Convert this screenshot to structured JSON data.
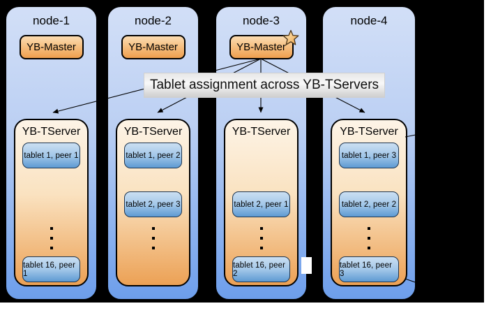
{
  "diagram": {
    "annotation": "Tablet assignment across YB-TServers",
    "colors": {
      "background": "#000000",
      "page_margin": "#ffffff",
      "node_gradient_top": "#d2dff7",
      "node_gradient_bottom": "#6d9eeb",
      "master_gradient_top": "#fbdcb2",
      "master_gradient_bottom": "#ef9f4e",
      "tserver_gradient_top": "#fdf4e7",
      "tserver_gradient_bottom": "#eca155",
      "tablet_gradient_top": "#cbdff2",
      "tablet_gradient_bottom": "#5e9ad3",
      "annotation_bg": "#e7e7e7",
      "leader_star": "#f3ab4e",
      "line": "#000000"
    },
    "nodes": [
      {
        "title": "node-1",
        "master": {
          "label": "YB-Master",
          "leader": false
        },
        "tserver": {
          "label": "YB-TServer",
          "tablets": [
            "tablet 1, peer 1",
            "tablet 16, peer 1"
          ]
        }
      },
      {
        "title": "node-2",
        "master": {
          "label": "YB-Master",
          "leader": false
        },
        "tserver": {
          "label": "YB-TServer",
          "tablets": [
            "tablet 1, peer 2",
            "tablet 2, peer 3"
          ]
        }
      },
      {
        "title": "node-3",
        "master": {
          "label": "YB-Master",
          "leader": true,
          "leader_icon": "star-icon"
        },
        "tserver": {
          "label": "YB-TServer",
          "tablets": [
            "tablet 2, peer 1",
            "tablet 16, peer 2"
          ]
        }
      },
      {
        "title": "node-4",
        "master": null,
        "tserver": {
          "label": "YB-TServer",
          "tablets": [
            "tablet 1, peer 3",
            "tablet 2, peer 2",
            "tablet 16, peer 3"
          ]
        }
      }
    ]
  }
}
